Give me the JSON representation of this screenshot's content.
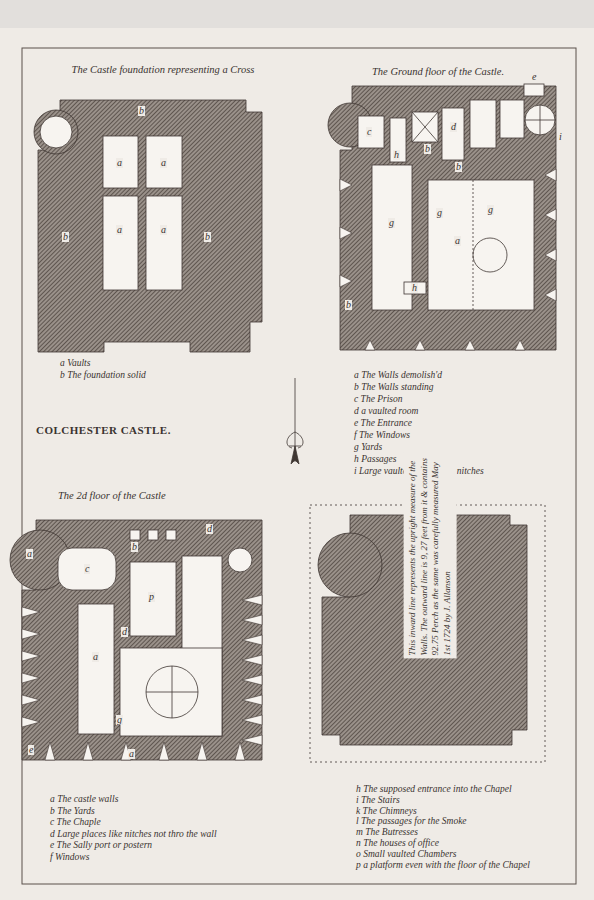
{
  "diagram": {
    "title": "COLCHESTER CASTLE.",
    "labels": [
      "The Castle foundation representing a Cross",
      "b",
      "a",
      "a",
      "a",
      "a",
      "b",
      "b",
      "a Vaults",
      "b The foundation solid",
      "The Ground floor of the Castle.",
      "c",
      "b",
      "d",
      "b",
      "h",
      "e",
      "i",
      "g",
      "g",
      "g",
      "a",
      "h",
      "b",
      "a The Walls demolish'd",
      "b The Walls standing",
      "c The Prison",
      "d a vaulted room",
      "e The Entrance",
      "f The Windows",
      "g Yards",
      "h Passages",
      "i Large vaulted places like nitches",
      "The 2d floor of the Castle",
      "a",
      "c",
      "b",
      "d",
      "p",
      "d",
      "a",
      "g",
      "a",
      "e",
      "a The castle walls",
      "b The Yards",
      "c The Chaple",
      "d Large places like nitches not thro the wall",
      "e The Sally port or postern",
      "f Windows",
      "This inward line represents the upright measure of the Walls. The outward line is 9, 27 feet from it & contains 92.75 Perch as the same was carefully measured May 1st 1724 by J. Allanson",
      "h The supposed entrance into the Chapel",
      "i The Stairs",
      "k The Chimneys",
      "l The passages for the Smoke",
      "m The Butresses",
      "n The houses of office",
      "o Small vaulted Chambers",
      "p a platform even with the floor of the Chapel"
    ]
  }
}
